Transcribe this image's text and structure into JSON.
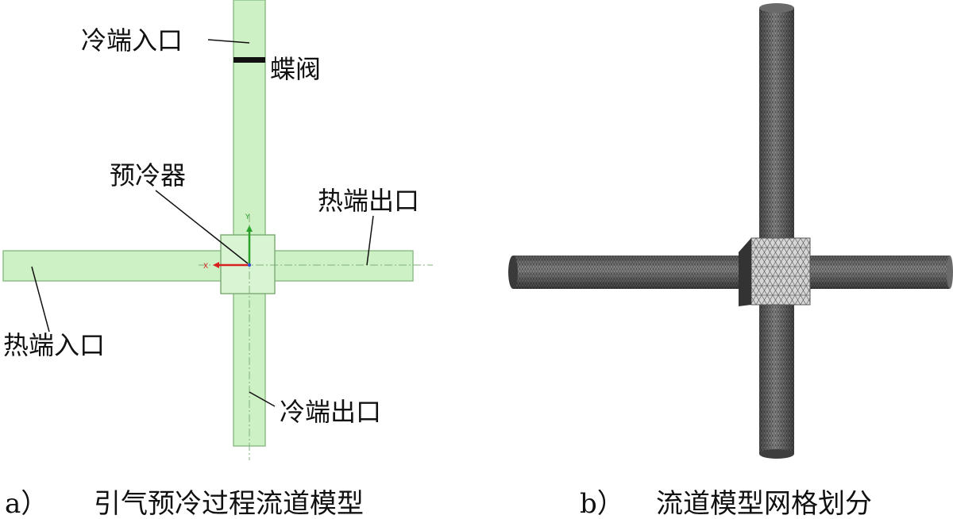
{
  "panel_a": {
    "labels": {
      "cold_inlet": "冷端入口",
      "butterfly_valve": "蝶阀",
      "precooler": "预冷器",
      "hot_outlet": "热端出口",
      "hot_inlet": "热端入口",
      "cold_outlet": "冷端出口"
    },
    "axis_y": "Y",
    "axis_x": "X",
    "caption_tag": "a）",
    "caption": "引气预冷过程流道模型"
  },
  "panel_b": {
    "caption_tag": "b）",
    "caption": "流道模型网格划分"
  },
  "colors": {
    "pipe_fill": "#cdf0c4",
    "pipe_edge": "#8fbf86",
    "mesh_dark": "#4a4a4a",
    "mesh_light": "#8f8f8f"
  }
}
